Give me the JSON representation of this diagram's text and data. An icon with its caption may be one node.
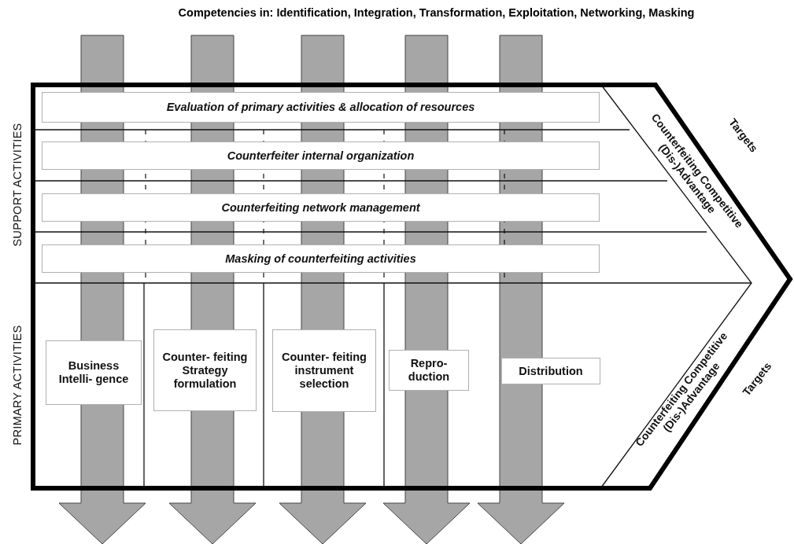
{
  "diagram": {
    "title": "Competencies in: Identification, Integration, Transformation, Exploitation, Networking, Masking",
    "nodes": [
      {
        "text": [
          "Evaluation of primary activities & allocation of resources"
        ]
      },
      {
        "text": [
          "Counterfeiter internal organization"
        ]
      },
      {
        "text": [
          "Counterfeiting network management"
        ]
      },
      {
        "text": [
          "Masking of counterfeiting activities"
        ]
      },
      {
        "text": [
          "Business Intelli- gence"
        ]
      },
      {
        "text": [
          "Counter- feiting Strategy formulation"
        ]
      },
      {
        "text": [
          "Counter- feiting instrument selection"
        ]
      },
      {
        "text": [
          "Repro- duction"
        ]
      },
      {
        "text": [
          "Distribution"
        ]
      }
    ],
    "edges": [],
    "labels": [
      "SUPPORT ACTIVITIES",
      "Targets",
      "Counterfeiting Competitive (Dis-)Advantage",
      "PRIMARY ACTIVITIES",
      "Counterfeiting Competitive (Dis-)Advantage",
      "Targets"
    ]
  }
}
